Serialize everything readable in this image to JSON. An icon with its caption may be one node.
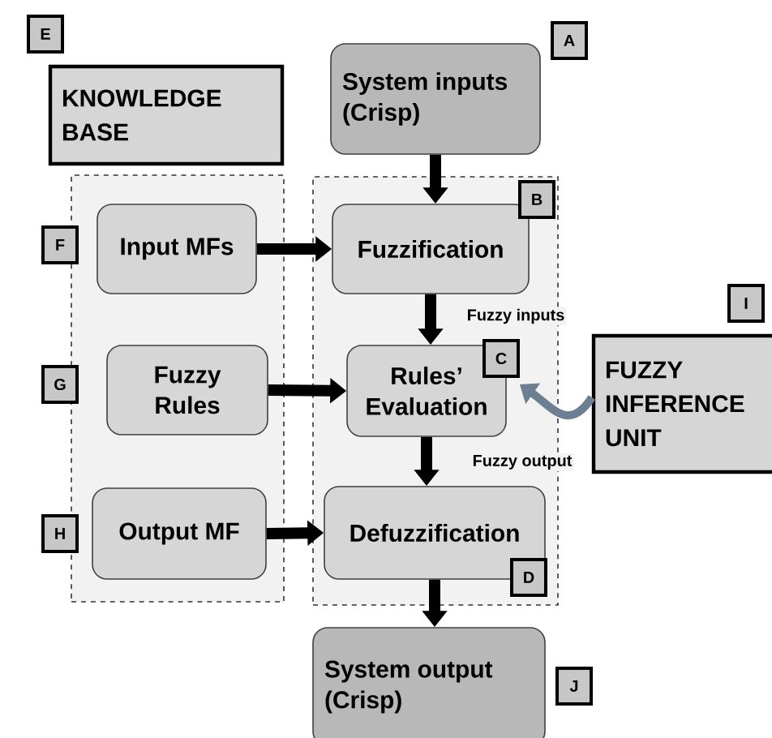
{
  "diagram": {
    "nodes": [
      {
        "text": [
          "System inputs (Crisp)"
        ]
      },
      {
        "text": [
          "KNOWLEDGE BASE"
        ]
      },
      {
        "text": [],
        "shape": "box"
      },
      {
        "text": [],
        "shape": "box"
      },
      {
        "text": [
          "Input MFs"
        ],
        "in": 2
      },
      {
        "text": [
          "Fuzzification"
        ],
        "in": 3
      },
      {
        "text": [
          "Fuzzy Rules"
        ],
        "in": 2
      },
      {
        "text": [
          "Rules’ Evaluation"
        ],
        "in": 3
      },
      {
        "text": [
          "FUZZY INFERENCE UNIT"
        ]
      },
      {
        "text": [
          "Output MF"
        ],
        "in": 2
      },
      {
        "text": [
          "Defuzzification"
        ],
        "in": 3
      },
      {
        "text": [
          "System output (Crisp)"
        ]
      }
    ],
    "edges": [
      {
        "from": 0,
        "to": 5,
        "arrow": "to"
      },
      {
        "from": 4,
        "to": 5,
        "arrow": "to"
      },
      {
        "from": 5,
        "to": 7,
        "arrow": "to",
        "label": "Fuzzy inputs"
      },
      {
        "from": 6,
        "to": 7,
        "arrow": "to"
      },
      {
        "from": 8,
        "to": 7,
        "arrow": "to",
        "color": "#6d8093"
      },
      {
        "from": 7,
        "to": 10,
        "arrow": "to",
        "label": "Fuzzy output"
      },
      {
        "from": 9,
        "to": 10,
        "arrow": "to"
      },
      {
        "from": 10,
        "to": 11,
        "arrow": "to"
      }
    ],
    "labels": [
      "A",
      "B",
      "C",
      "D",
      "E",
      "F",
      "G",
      "H",
      "I",
      "J"
    ]
  }
}
